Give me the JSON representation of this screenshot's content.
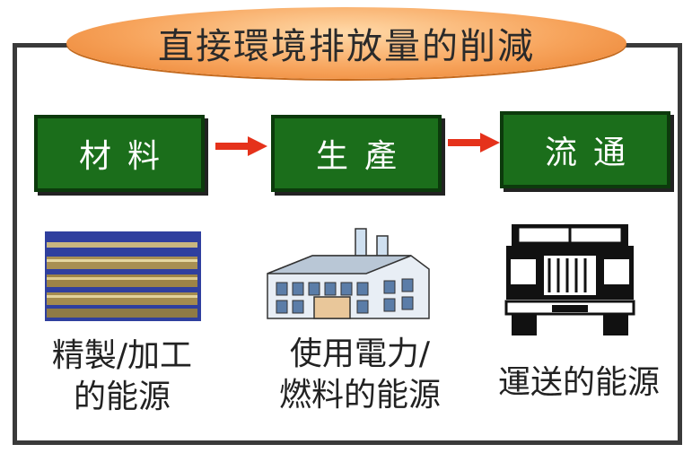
{
  "title": "直接環境排放量的削減",
  "stages": [
    {
      "label": "材料",
      "caption_lines": [
        "精製/加工",
        "的能源"
      ]
    },
    {
      "label": "生產",
      "caption_lines": [
        "使用電力/",
        "燃料的能源"
      ]
    },
    {
      "label": "流通",
      "caption_lines": [
        "運送的能源"
      ]
    }
  ],
  "icons": [
    "metal-rods-icon",
    "factory-icon",
    "truck-icon"
  ],
  "colors": {
    "stage_fill": "#1b6e1b",
    "arrow": "#e5321b",
    "title_oval": "#f7a45c",
    "frame": "#3a3a3a"
  }
}
